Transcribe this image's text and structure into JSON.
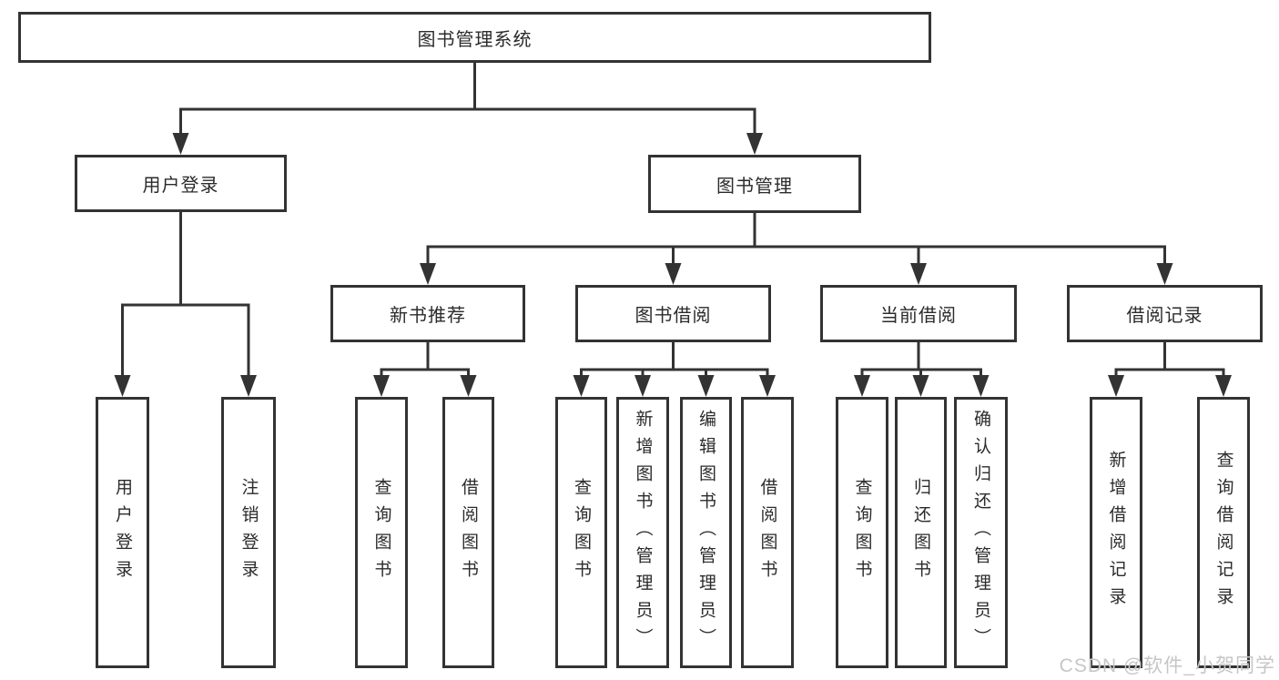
{
  "colors": {
    "line": "#333333",
    "text": "#2b2b2b",
    "box_background": "#ffffff",
    "watermark": "#c6c6c6"
  },
  "tree": {
    "root": "图书管理系统",
    "children": [
      {
        "label": "用户登录",
        "children": [
          "用户登录",
          "注销登录"
        ]
      },
      {
        "label": "图书管理",
        "children": [
          {
            "label": "新书推荐",
            "children": [
              "查询图书",
              "借阅图书"
            ]
          },
          {
            "label": "图书借阅",
            "children": [
              "查询图书",
              "新增图书（管理员）",
              "编辑图书（管理员）",
              "借阅图书"
            ]
          },
          {
            "label": "当前借阅",
            "children": [
              "查询图书",
              "归还图书",
              "确认归还（管理员）"
            ]
          },
          {
            "label": "借阅记录",
            "children": [
              "新增借阅记录",
              "查询借阅记录"
            ]
          }
        ]
      }
    ]
  },
  "watermark": {
    "text": "CSDN @软件_小贺同学"
  }
}
